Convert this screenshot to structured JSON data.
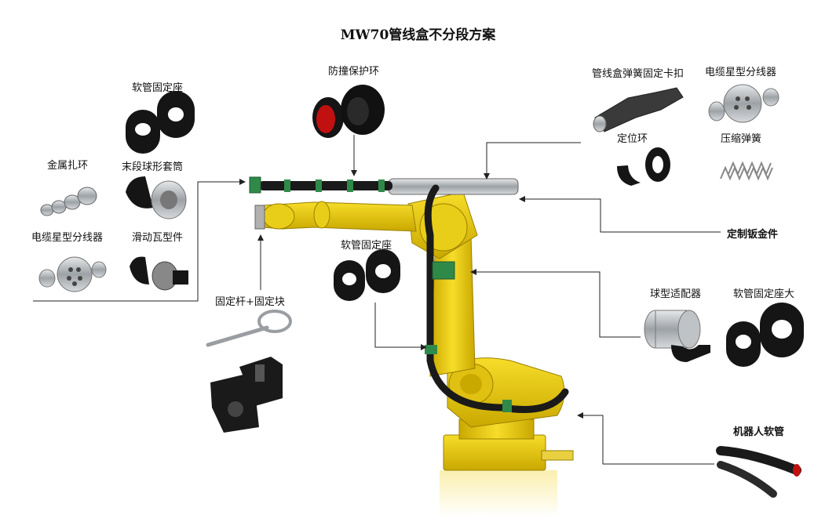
{
  "title": "MW70管线盒不分段方案",
  "labels": {
    "soft_tube_seat_top": "软管固定座",
    "metal_clamp_ring": "金属扎环",
    "end_ball_sleeve": "末段球形套筒",
    "cable_star_splitter_left": "电缆星型分线器",
    "sliding_tile": "滑动瓦型件",
    "anti_collision_ring": "防撞保护环",
    "hose_box_spring_clip": "管线盒弹簧固定卡扣",
    "cable_star_splitter_right": "电缆星型分线器",
    "positioning_ring": "定位环",
    "compression_spring": "压缩弹簧",
    "custom_sheet_metal": "定制钣金件",
    "soft_tube_seat_mid": "软管固定座",
    "fixing_rod_block": "固定杆+固定块",
    "ball_adapter": "球型适配器",
    "soft_tube_seat_large": "软管固定座大",
    "robot_hose": "机器人软管"
  },
  "colors": {
    "robot_yellow": "#f2d21a",
    "robot_yellow_dark": "#c9a800",
    "hose_black": "#1a1a1a",
    "clamp_green": "#2f8a4a",
    "metal_grey": "#b8bcc0",
    "arrow": "#222222"
  }
}
